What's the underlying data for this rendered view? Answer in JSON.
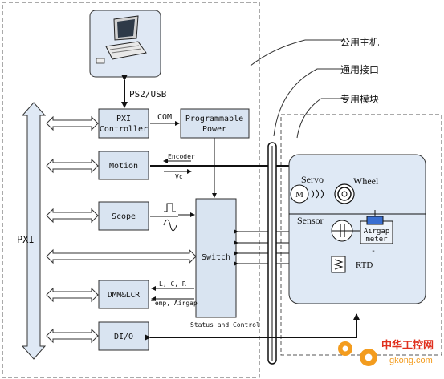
{
  "labels": {
    "bus": "PXI",
    "host": "公用主机",
    "interface": "通用接口",
    "module": "专用模块",
    "ps2usb": "PS2/USB",
    "com": "COM",
    "encoder": "Encoder",
    "vc": "Vc",
    "lcr": "L, C, R",
    "temp": "Temp, Airgap",
    "status": "Status and Control",
    "servo": "Servo",
    "wheel": "Wheel",
    "motor": "M",
    "sensor": "Sensor",
    "airgap_line1": "Airgap",
    "airgap_line2": "meter",
    "rtd": "RTD",
    "dash": "-"
  },
  "blocks": {
    "pxi_controller_line1": "PXI",
    "pxi_controller_line2": "Controller",
    "prog_power_line1": "Programmable",
    "prog_power_line2": "Power",
    "motion": "Motion",
    "scope": "Scope",
    "switch": "Switch",
    "dmm": "DMM&LCR",
    "dio": "DI/O"
  },
  "watermark": {
    "cn": "中华工控网",
    "url": "gkong.com"
  },
  "colors": {
    "block_fill": "#d9e4f1",
    "panel_fill": "#dfe9f5",
    "airgap_blue": "#3a6fd1",
    "watermark_orange": "#f39c1e",
    "watermark_red": "#e0301e"
  }
}
